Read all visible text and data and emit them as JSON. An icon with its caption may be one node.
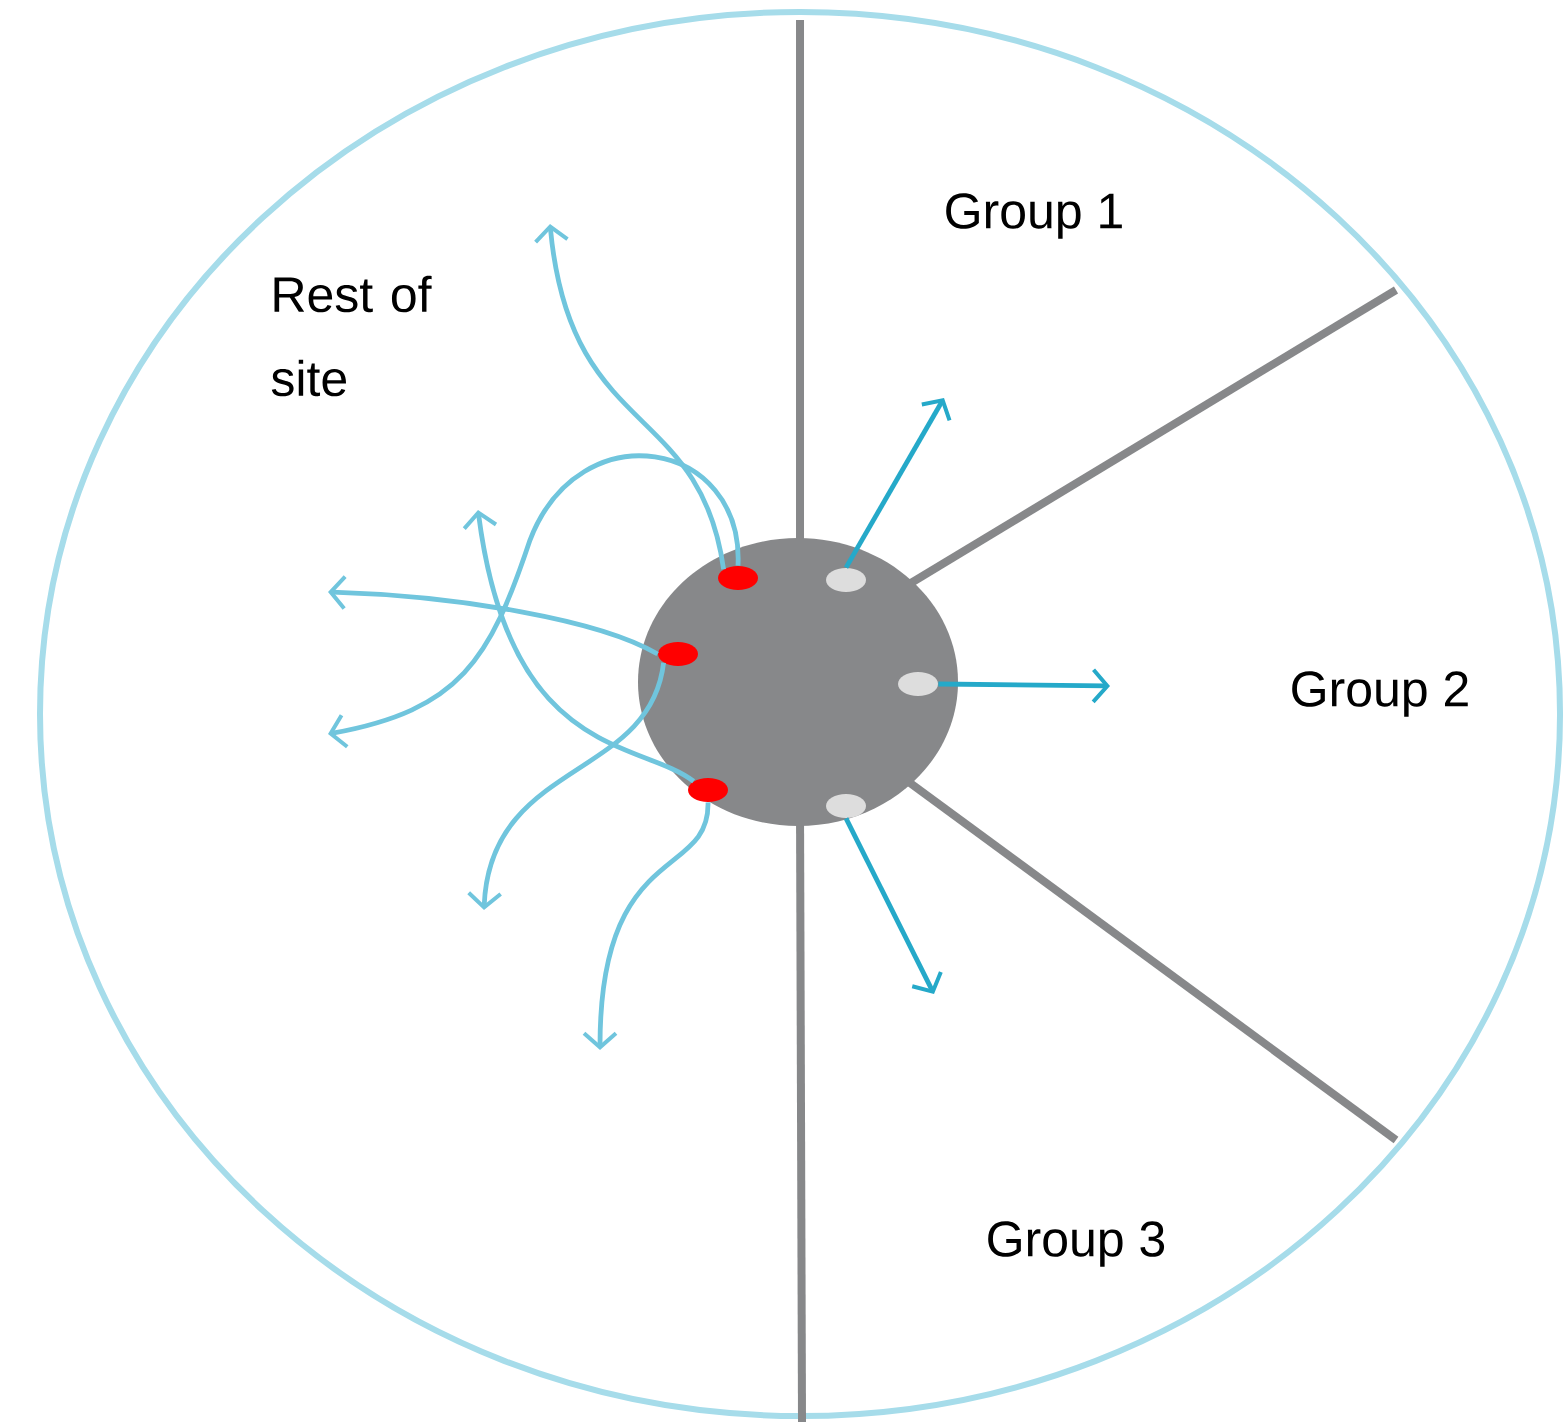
{
  "diagram": {
    "nodes": [
      {
        "text": [],
        "shape": "circle"
      },
      {
        "text": [],
        "shape": "circle",
        "in": 0
      },
      {
        "text": [],
        "shape": "circle",
        "in": 0
      },
      {
        "text": [],
        "shape": "circle",
        "in": 0
      },
      {
        "text": [],
        "shape": "circle",
        "in": 0
      },
      {
        "text": [],
        "shape": "circle",
        "in": 0
      },
      {
        "text": [],
        "shape": "circle",
        "in": 0
      }
    ],
    "edges": [
      {
        "from": 1,
        "to": null,
        "arrow": "to"
      },
      {
        "from": 1,
        "to": null,
        "arrow": "to"
      },
      {
        "from": 2,
        "to": null,
        "arrow": "to"
      },
      {
        "from": 2,
        "to": null,
        "arrow": "to"
      },
      {
        "from": 3,
        "to": null,
        "arrow": "to"
      },
      {
        "from": 3,
        "to": null,
        "arrow": "to"
      },
      {
        "from": 4,
        "to": null,
        "arrow": "to",
        "color": "#25a9c9"
      },
      {
        "from": 5,
        "to": null,
        "arrow": "to",
        "color": "#25a9c9"
      },
      {
        "from": 6,
        "to": null,
        "arrow": "to",
        "color": "#25a9c9"
      }
    ],
    "labels": [
      "Group 1",
      "Rest of site",
      "Group 2",
      "Group 3"
    ]
  }
}
